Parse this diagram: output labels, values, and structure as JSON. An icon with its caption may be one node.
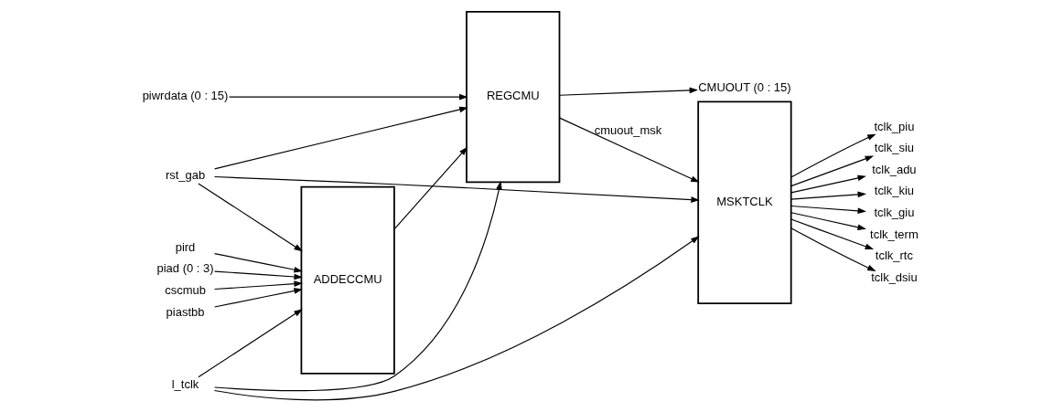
{
  "diagram": {
    "nodes": [
      {
        "text": [
          "cscmub"
        ]
      },
      {
        "text": [
          "piastbb"
        ]
      },
      {
        "text": [
          "pird"
        ]
      },
      {
        "text": [
          "piad (0 : 3)"
        ]
      },
      {
        "text": [
          "piwrdata (0 : 15)"
        ]
      },
      {
        "text": [
          "l_tclk"
        ]
      },
      {
        "text": [
          "rst_gab"
        ]
      },
      {
        "text": [
          "ADDECCMU"
        ]
      },
      {
        "text": [
          "REGCMU"
        ]
      },
      {
        "text": [
          "MSKTCLK"
        ]
      },
      {
        "text": [
          "CMUOUT (0 : 15)"
        ]
      },
      {
        "text": [
          "tclk_piu"
        ]
      },
      {
        "text": [
          "tclk_siu"
        ]
      },
      {
        "text": [
          "tclk_adu"
        ]
      },
      {
        "text": [
          "tclk_kiu"
        ]
      },
      {
        "text": [
          "tclk_giu"
        ]
      },
      {
        "text": [
          "tclk_term"
        ]
      },
      {
        "text": [
          "tclk_rtc"
        ]
      },
      {
        "text": [
          "tclk_dsiu"
        ]
      }
    ],
    "edges": [
      {
        "from": 0,
        "to": 7,
        "arrow": "to"
      },
      {
        "from": 1,
        "to": 7,
        "arrow": "to"
      },
      {
        "from": 2,
        "to": 7,
        "arrow": "to"
      },
      {
        "from": 3,
        "to": 7,
        "arrow": "to"
      },
      {
        "from": 6,
        "to": 7,
        "arrow": "to"
      },
      {
        "from": 5,
        "to": 7,
        "arrow": "to"
      },
      {
        "from": 7,
        "to": 8,
        "arrow": "to"
      },
      {
        "from": 4,
        "to": 8,
        "arrow": "to"
      },
      {
        "from": 6,
        "to": 8,
        "arrow": "to"
      },
      {
        "from": 5,
        "to": 8,
        "arrow": "to"
      },
      {
        "from": 8,
        "to": 10,
        "arrow": "to"
      },
      {
        "from": 8,
        "to": 9,
        "arrow": "to",
        "label": "cmuout_msk"
      },
      {
        "from": 5,
        "to": 9,
        "arrow": "to"
      },
      {
        "from": 6,
        "to": 9,
        "arrow": "to"
      },
      {
        "from": 9,
        "to": 11,
        "arrow": "to"
      },
      {
        "from": 9,
        "to": 12,
        "arrow": "to"
      },
      {
        "from": 9,
        "to": 13,
        "arrow": "to"
      },
      {
        "from": 9,
        "to": 14,
        "arrow": "to"
      },
      {
        "from": 9,
        "to": 15,
        "arrow": "to"
      },
      {
        "from": 9,
        "to": 16,
        "arrow": "to"
      },
      {
        "from": 9,
        "to": 17,
        "arrow": "to"
      },
      {
        "from": 9,
        "to": 18,
        "arrow": "to"
      }
    ]
  }
}
